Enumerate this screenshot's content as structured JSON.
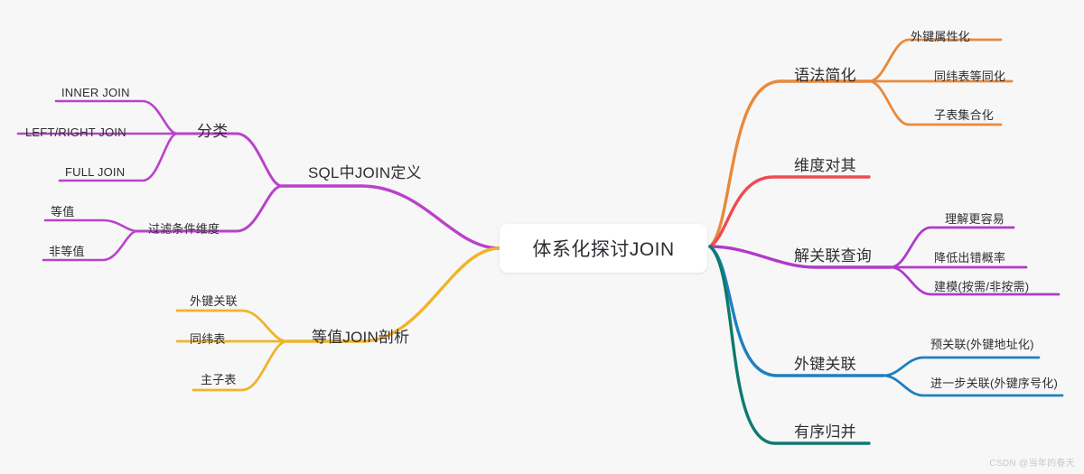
{
  "root": {
    "label": "体系化探讨JOIN"
  },
  "watermark": {
    "text": "CSDN @当年的春天"
  },
  "colors": {
    "purple": "#B942C9",
    "amber": "#F0B429",
    "orange": "#E8893C",
    "red": "#EE4B52",
    "magenta": "#B03ACB",
    "blue": "#1F7FC0",
    "teal": "#0E7A6E",
    "background": "#f7f7f7",
    "text": "#2e2e33",
    "node_fill": "#ffffff"
  },
  "left_branches": [
    {
      "label": "SQL中JOIN定义",
      "color": "#B942C9",
      "children": [
        {
          "label": "分类",
          "color": "#B942C9",
          "children": [
            {
              "label": "INNER JOIN"
            },
            {
              "label": "LEFT/RIGHT JOIN"
            },
            {
              "label": "FULL JOIN"
            }
          ]
        },
        {
          "label": "过滤条件维度",
          "color": "#B942C9",
          "children": [
            {
              "label": "等值"
            },
            {
              "label": "非等值"
            }
          ]
        }
      ]
    },
    {
      "label": "等值JOIN剖析",
      "color": "#F0B429",
      "children": [
        {
          "label": "外键关联"
        },
        {
          "label": "同纬表"
        },
        {
          "label": "主子表"
        }
      ]
    }
  ],
  "right_branches": [
    {
      "label": "语法简化",
      "color": "#E8893C",
      "children": [
        {
          "label": "外键属性化"
        },
        {
          "label": "同纬表等同化"
        },
        {
          "label": "子表集合化"
        }
      ]
    },
    {
      "label": "维度对其",
      "color": "#EE4B52",
      "children": []
    },
    {
      "label": "解关联查询",
      "color": "#B03ACB",
      "children": [
        {
          "label": "理解更容易"
        },
        {
          "label": "降低出错概率"
        },
        {
          "label": "建模(按需/非按需)"
        }
      ]
    },
    {
      "label": "外键关联",
      "color": "#1F7FC0",
      "children": [
        {
          "label": "预关联(外键地址化)"
        },
        {
          "label": "进一步关联(外键序号化)"
        }
      ]
    },
    {
      "label": "有序归并",
      "color": "#0E7A6E",
      "children": []
    }
  ]
}
